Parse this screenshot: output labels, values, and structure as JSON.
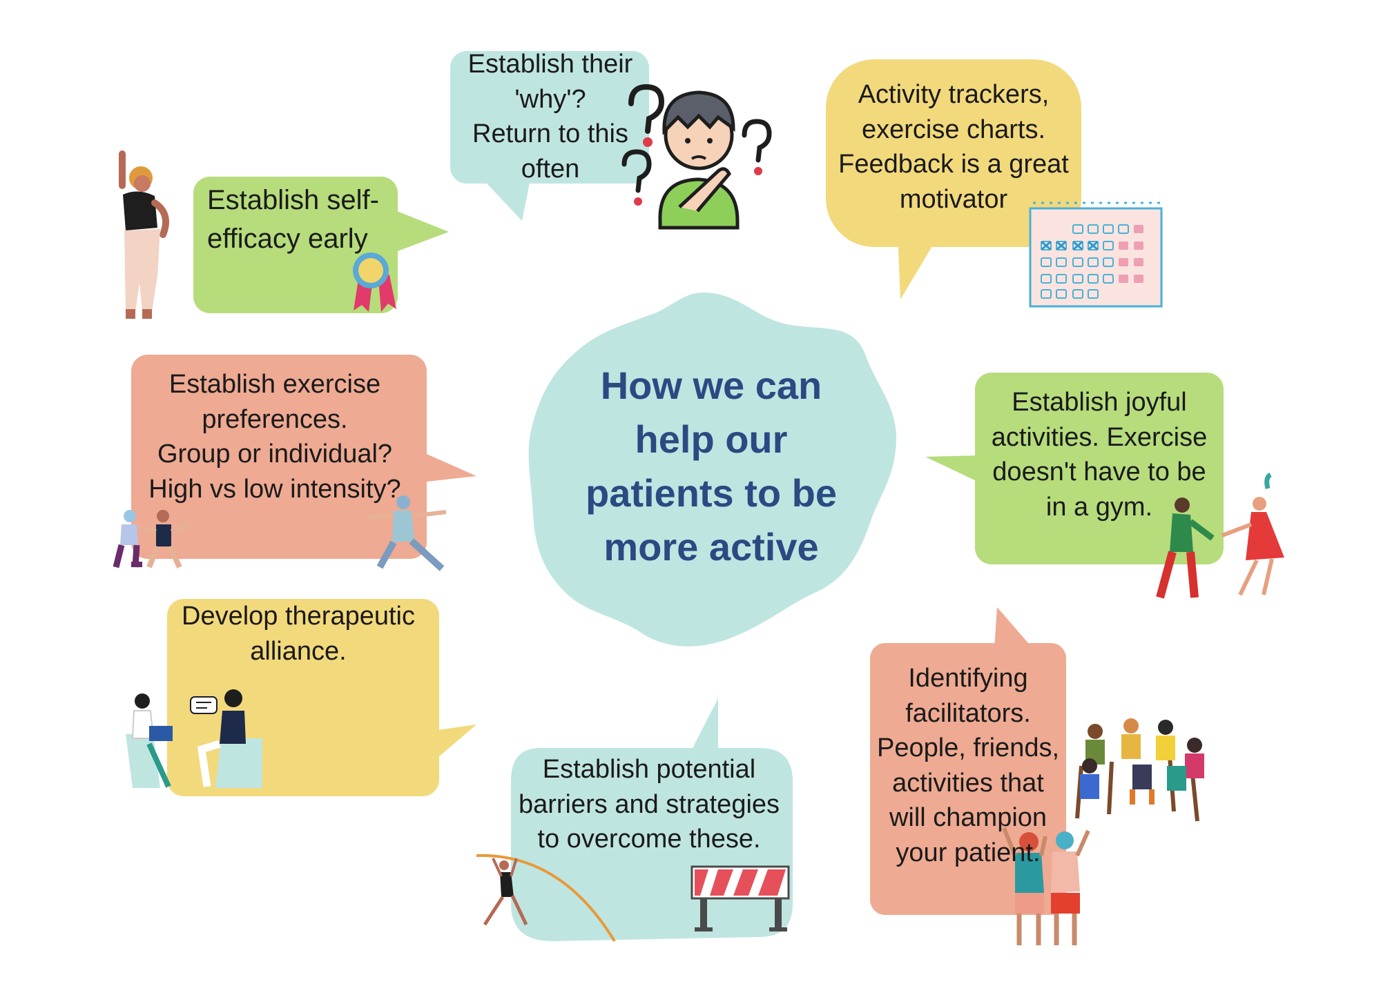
{
  "colors": {
    "teal": "#bfe5e1",
    "green": "#b6dc7c",
    "yellow": "#f2d97c",
    "salmon": "#eeaa92",
    "title": "#2b4a82"
  },
  "center": {
    "title": "How we  can\nhelp our\npatients to be\nmore active",
    "icon": "cloud-hub-shape"
  },
  "bubbles": [
    {
      "id": "self-efficacy",
      "color": "green",
      "text": "Establish self-\nefficacy early",
      "icon": "award-ribbon-icon",
      "figure": "woman-flexing-illustration"
    },
    {
      "id": "why",
      "color": "teal",
      "text": "Establish their\n'why'?\nReturn to this\noften",
      "icon": "thinking-boy-question-marks-icon"
    },
    {
      "id": "trackers",
      "color": "yellow",
      "text": "Activity trackers,\nexercise charts.\nFeedback is a great\nmotivator",
      "icon": "calendar-icon"
    },
    {
      "id": "preferences",
      "color": "salmon",
      "text": "Establish exercise\npreferences.\nGroup or individual?\nHigh vs low intensity?",
      "figure": "exercising-people-illustration"
    },
    {
      "id": "joyful",
      "color": "green",
      "text": "Establish joyful\nactivities. Exercise\ndoesn't have to be\nin a gym.",
      "figure": "dancing-couple-illustration"
    },
    {
      "id": "alliance",
      "color": "yellow",
      "text": "Develop therapeutic\nalliance.",
      "figure": "therapist-patient-illustration"
    },
    {
      "id": "barriers",
      "color": "teal",
      "text": "Establish potential\nbarriers and strategies\nto overcome these.",
      "figure": "pole-vaulter-illustration",
      "icon": "roadblock-barrier-icon"
    },
    {
      "id": "facilitators",
      "color": "salmon",
      "text": "Identifying\nfacilitators.\nPeople, friends,\nactivities that\nwill champion\nyour patient.",
      "figure": "support-group-illustration"
    }
  ]
}
